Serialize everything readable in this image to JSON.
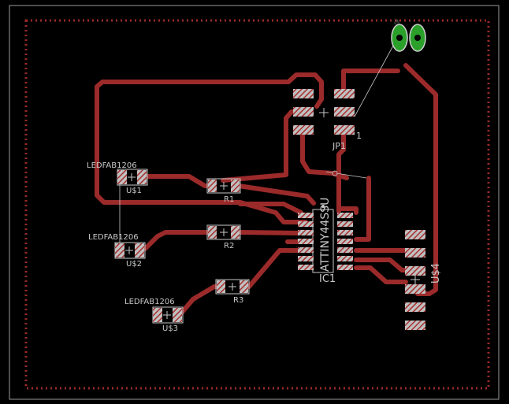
{
  "colors": {
    "background": "#000000",
    "board_outline": "#9a9a9a",
    "dimension": "#9a2a2a",
    "copper": "#9b2a2a",
    "pad_fill": "#b8b8b8",
    "pad_hatch": "#a83030",
    "silkscreen": "#c8c8c8",
    "via_green": "#2aa02a"
  },
  "labels": {
    "jp1_name": "JP1",
    "jp1_pin": "1",
    "ic1_name": "IC1",
    "ic1_value": "ATTINY44SSU",
    "u4_name": "U$4",
    "u1_value": "LEDFAB1206",
    "u1_name": "U$1",
    "u2_value": "LEDFAB1206",
    "u2_name": "U$2",
    "u3_value": "LEDFAB1206",
    "u3_name": "U$3",
    "r1_name": "R1",
    "r2_name": "R2",
    "r3_name": "R3",
    "via_marker": "☃"
  },
  "icons": {
    "origin_cross": "crosshair-icon",
    "via": "via-icon"
  }
}
